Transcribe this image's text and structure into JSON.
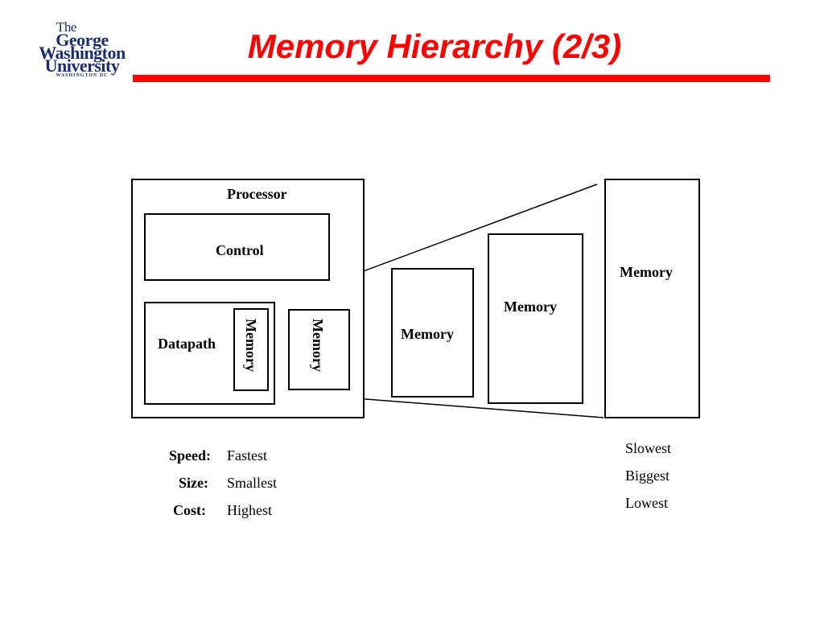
{
  "header": {
    "title": "Memory Hierarchy (2/3)",
    "logo_lines": [
      "The",
      "George",
      "Washington",
      "University",
      "WASHINGTON DC"
    ],
    "accent_color": "#ff0000",
    "logo_color": "#1a2e6e"
  },
  "diagram": {
    "processor_label": "Processor",
    "control_label": "Control",
    "datapath_label": "Datapath",
    "register_memory_label": "Memory",
    "cache_memory_label": "Memory",
    "levels": [
      {
        "label": "Memory"
      },
      {
        "label": "Memory"
      },
      {
        "label": "Memory"
      }
    ]
  },
  "properties": {
    "labels": [
      "Speed:",
      "Size:",
      "Cost:"
    ],
    "near_values": [
      "Fastest",
      "Smallest",
      "Highest"
    ],
    "far_values": [
      "Slowest",
      "Biggest",
      "Lowest"
    ]
  }
}
